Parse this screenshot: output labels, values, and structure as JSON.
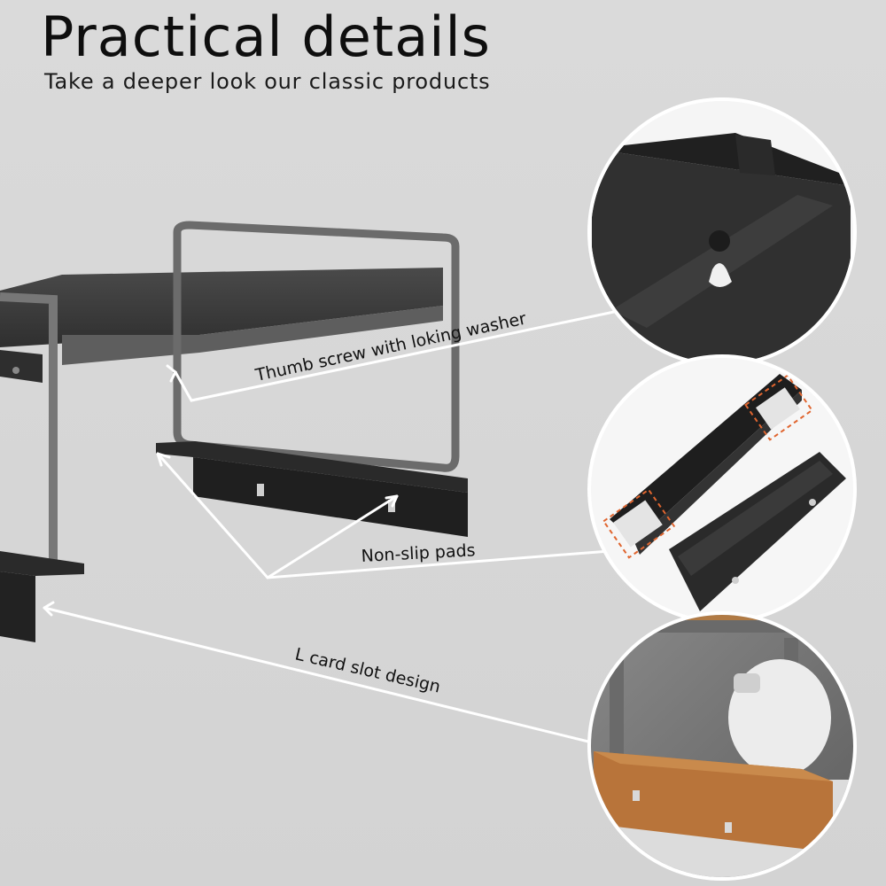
{
  "header": {
    "title": "Practical details",
    "subtitle": "Take a deeper look our classic products"
  },
  "callouts": {
    "thumb_screw": "Thumb screw with loking washer",
    "non_slip": "Non-slip pads",
    "l_card": "L card slot design"
  },
  "colors": {
    "background": "#d7d7d7",
    "shelf": "#3b3b3b",
    "frame": "#6b6b6b",
    "highlight": "#e0652f",
    "wood": "#b8743a"
  }
}
